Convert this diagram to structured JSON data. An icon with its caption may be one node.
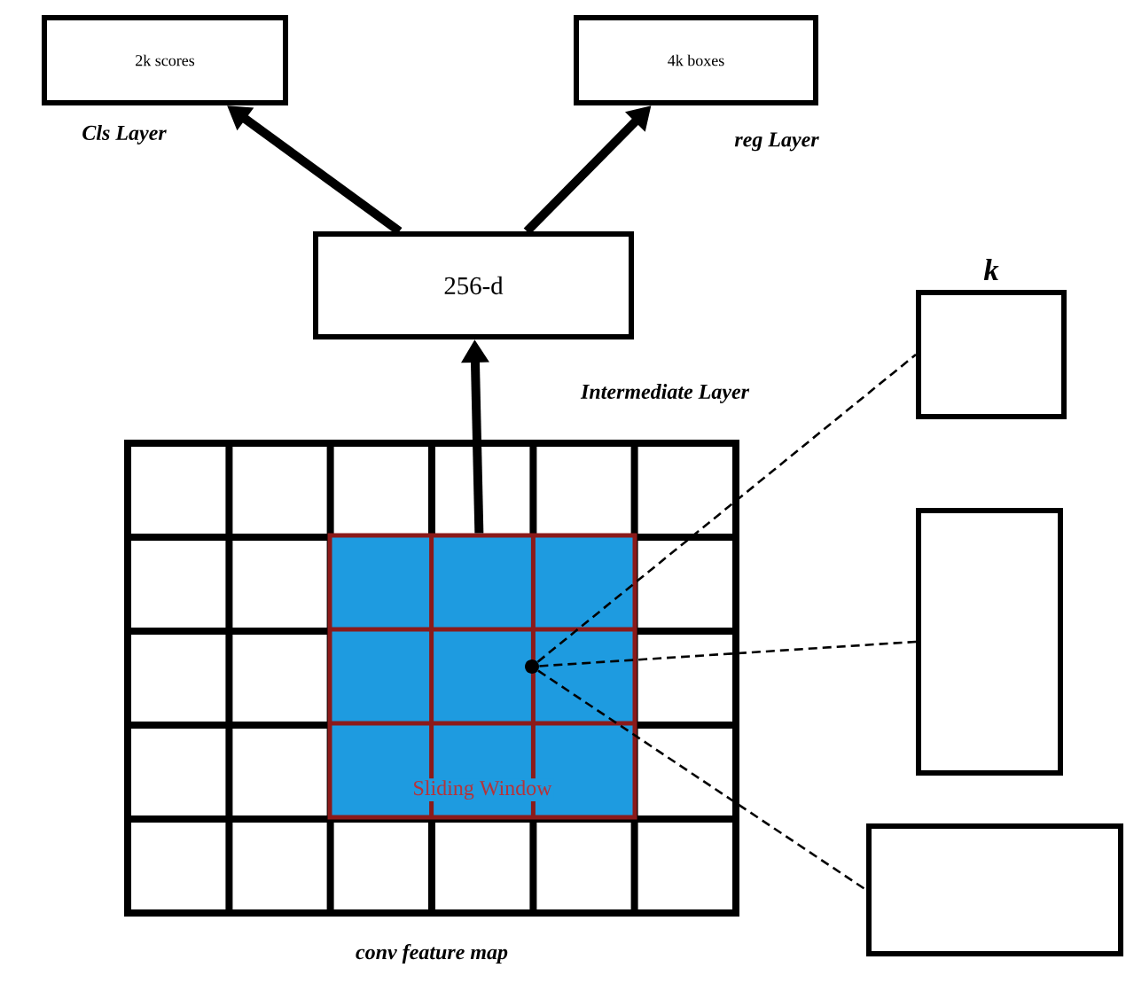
{
  "diagram": {
    "nodes": [
      {
        "text": [
          "2k scores"
        ]
      },
      {
        "text": [
          "4k boxes"
        ]
      },
      {
        "text": [
          "256-d"
        ]
      },
      {
        "text": [],
        "shape": "box",
        "beside": [
          "conv feature map"
        ]
      },
      {
        "text": [
          "Sliding Window"
        ],
        "in": 3
      },
      {
        "text": [],
        "shape": "circle",
        "in": 4
      },
      {
        "text": [
          "k"
        ]
      },
      {
        "text": [],
        "shape": "box"
      },
      {
        "text": [],
        "shape": "box"
      }
    ],
    "edges": [
      {
        "from": 2,
        "to": 0,
        "arrow": "to",
        "label": "Cls Layer",
        "style": "thick"
      },
      {
        "from": 2,
        "to": 1,
        "arrow": "to",
        "label": "reg Layer",
        "style": "thick"
      },
      {
        "from": 4,
        "to": 2,
        "arrow": "to",
        "label": "Intermediate Layer",
        "style": "thick"
      },
      {
        "from": 5,
        "to": 6,
        "arrow": "none",
        "style": "dashed"
      },
      {
        "from": 5,
        "to": 7,
        "arrow": "none",
        "style": "dashed"
      },
      {
        "from": 5,
        "to": 8,
        "arrow": "none",
        "style": "dashed"
      }
    ]
  }
}
